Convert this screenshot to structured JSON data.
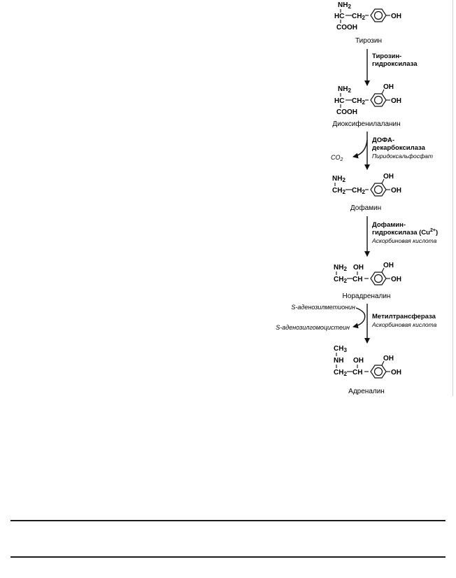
{
  "compounds": {
    "tyrosine": {
      "name": "Тирозин",
      "nh2": "NH2",
      "hc": "HC",
      "ch2": "CH2",
      "cooh": "COOH",
      "oh": "OH"
    },
    "dopa": {
      "name": "Диоксифенилаланин",
      "nh2": "NH2",
      "hc": "HC",
      "ch2": "CH2",
      "cooh": "COOH",
      "oh_top": "OH",
      "oh_right": "OH"
    },
    "dopamine": {
      "name": "Дофамин",
      "nh2": "NH2",
      "ch2_a": "CH2",
      "ch2_b": "CH2",
      "oh_top": "OH",
      "oh_right": "OH"
    },
    "noradrenaline": {
      "name": "Норадреналин",
      "nh2": "NH2",
      "oh_chain": "OH",
      "ch2": "CH2",
      "ch": "CH",
      "oh_top": "OH",
      "oh_right": "OH"
    },
    "adrenaline": {
      "name": "Адреналин",
      "ch3": "CH3",
      "nh": "NH",
      "oh_chain": "OH",
      "ch2": "CH2",
      "ch": "CH",
      "oh_top": "OH",
      "oh_right": "OH"
    }
  },
  "steps": {
    "step1": {
      "enzyme_line1": "Тирозин-",
      "enzyme_line2": "гидроксилаза"
    },
    "step2": {
      "enzyme_line1": "ДОФА-",
      "enzyme_line2": "декарбоксилаза",
      "cofactor": "Пиридоксальфосфат",
      "side_product": "CO2"
    },
    "step3": {
      "enzyme_line1": "Дофамин-",
      "enzyme_line2": "гидроксилаза (Cu2+)",
      "cofactor": "Аскорбиновая кислота"
    },
    "step4": {
      "enzyme": "Метилтрансфераза",
      "cofactor": "Аскорбиновая кислота",
      "donor": "S-аденозилметионин",
      "product": "S-аденозилгомоцистеин"
    }
  }
}
